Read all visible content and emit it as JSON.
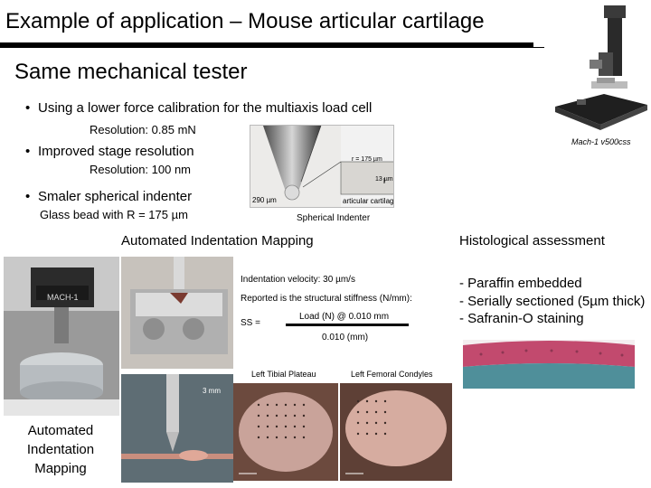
{
  "slide": {
    "title": "Example of application – Mouse articular cartilage",
    "subtitle": "Same mechanical tester",
    "bullets": [
      {
        "text": "Using a lower force calibration for the multiaxis load cell",
        "note": "Resolution: 0.85 mN"
      },
      {
        "text": "Improved stage resolution",
        "note": "Resolution: 100 nm"
      },
      {
        "text": "Smaler spherical indenter",
        "note": "Glass bead with R = 175 µm"
      }
    ],
    "tester_caption": "Mach-1 v500css",
    "indenter_caption": "Spherical Indenter",
    "indenter_labels": {
      "scale": "290 µm",
      "radius": "r = 175 µm",
      "thickness": "13 µm",
      "cartilage": "articular cartilage"
    },
    "mapping": {
      "heading": "Automated Indentation Mapping",
      "velocity": "Indentation velocity: 30 µm/s",
      "reported": "Reported is the structural stiffness (N/mm):",
      "ss_label": "SS =",
      "numerator": "Load (N) @ 0.010 mm",
      "denominator": "0.010 (mm)",
      "left_label": "Left Tibial Plateau",
      "right_label": "Left Femoral Condyles",
      "photo_label": "3 mm",
      "left_caption": "Automated Indentation Mapping",
      "device_label": "MACH-1"
    },
    "histology": {
      "heading": "Histological assessment",
      "items": [
        "Paraffin embedded",
        "Serially sectioned (5µm thick)",
        "Safranin-O staining"
      ]
    }
  }
}
